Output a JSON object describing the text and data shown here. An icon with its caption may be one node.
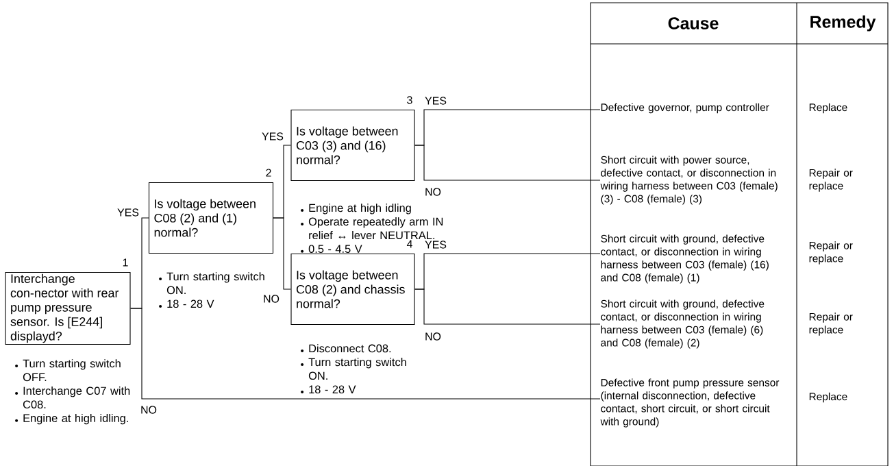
{
  "diagram": {
    "nodes": [
      {
        "text": [
          "Interchange con-nector with rear pump pressure sensor. Is [E244] displayd?"
        ],
        "beside": [
          "1",
          "Turn starting switch OFF.",
          "Interchange C07 with C08.",
          "Engine at high idling."
        ]
      },
      {
        "text": [
          "Is voltage between C08 (2) and (1) normal?"
        ],
        "beside": [
          "2",
          "Turn starting switch ON.",
          "18 - 28 V"
        ]
      },
      {
        "text": [
          "Is voltage between C03 (3) and (16) normal?"
        ],
        "beside": [
          "3",
          "Engine at high idling",
          "Operate repeatedly arm IN relief ↔ lever NEUTRAL.",
          "0.5 - 4.5 V"
        ]
      },
      {
        "text": [
          "Is voltage between C08 (2) and chassis normal?"
        ],
        "beside": [
          "4",
          "Disconnect C08.",
          "Turn starting switch ON.",
          "18 - 28 V"
        ]
      },
      {
        "text": [
          "Defective governor, pump controller"
        ]
      },
      {
        "text": [
          "Short circuit with power source, defective contact, or disconnection in wiring harness between C03 (female) (3) - C08 (female) (3)"
        ]
      },
      {
        "text": [
          "Short circuit with ground, defective contact, or disconnection in wiring harness between C03 (female) (16) and C08 (female) (1)"
        ]
      },
      {
        "text": [
          "Short circuit with ground, defective contact, or disconnection in wiring harness between C03 (female) (6) and C08 (female) (2)"
        ]
      },
      {
        "text": [
          "Defective front pump pressure sensor (internal disconnection, defective contact, short circuit, or short circuit with ground)"
        ]
      }
    ],
    "edges": [
      {
        "from": 0,
        "to": 1,
        "arrow": "none",
        "label": "YES"
      },
      {
        "from": 0,
        "to": 8,
        "arrow": "none",
        "label": "NO"
      },
      {
        "from": 1,
        "to": 2,
        "arrow": "none",
        "label": "YES"
      },
      {
        "from": 1,
        "to": 3,
        "arrow": "none",
        "label": "NO"
      },
      {
        "from": 2,
        "to": 4,
        "arrow": "none",
        "label": "YES"
      },
      {
        "from": 2,
        "to": 5,
        "arrow": "none",
        "label": "NO"
      },
      {
        "from": 3,
        "to": 6,
        "arrow": "none",
        "label": "YES"
      },
      {
        "from": 3,
        "to": 7,
        "arrow": "none",
        "label": "NO"
      }
    ],
    "labels": [
      "Cause",
      "Remedy",
      "Replace",
      "Repair or replace",
      "Repair or replace",
      "Repair or replace",
      "Replace"
    ]
  }
}
